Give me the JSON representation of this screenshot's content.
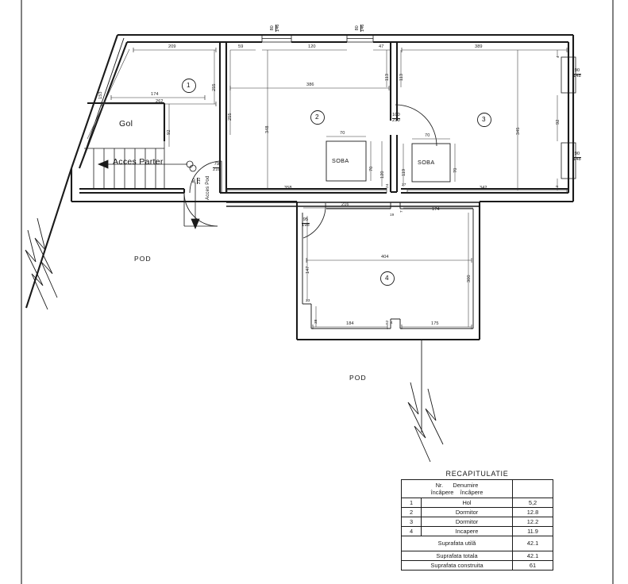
{
  "drawing": {
    "type": "architectural-floor-plan",
    "title_label": "RECAPITULATIE",
    "attic_label_left": "POD",
    "attic_label_bottom": "POD",
    "void_label": "Gol",
    "stair_label": "Acces Parter",
    "attic_access_label": "Acces Pod",
    "stove_label_room2": "SOBA",
    "stove_label_room3": "SOBA"
  },
  "rooms": [
    {
      "number": "1",
      "name": "Hol",
      "area": "5,2"
    },
    {
      "number": "2",
      "name": "Dormitor",
      "area": "12.8"
    },
    {
      "number": "3",
      "name": "Dormitor",
      "area": "12.2"
    },
    {
      "number": "4",
      "name": "Incapere",
      "area": "11.9"
    }
  ],
  "table": {
    "caption": "RECAPITULATIE",
    "header_col1_line1": "Nr.",
    "header_col1_line2": "încâpere",
    "header_col2_line1": "Denumire",
    "header_col2_line2": "încâpere",
    "header_col3": "",
    "rows": [
      {
        "nr": "1",
        "name": "Hol",
        "value": "5,2"
      },
      {
        "nr": "2",
        "name": "Dormitor",
        "value": "12.8"
      },
      {
        "nr": "3",
        "name": "Dormitor",
        "value": "12.2"
      },
      {
        "nr": "4",
        "name": "Incapere",
        "value": "11.9"
      }
    ],
    "summary": [
      {
        "label": "Suprafata utilă",
        "value": "42.1"
      },
      {
        "label": "Suprafata totala",
        "value": "42.1"
      },
      {
        "label": "Suprafata construita",
        "value": "61"
      }
    ]
  },
  "openings": {
    "window_top_left": {
      "width": "80",
      "height": "146"
    },
    "window_top_right": {
      "width": "80",
      "height": "146"
    },
    "window_right_upper": {
      "width": "90",
      "height": "148"
    },
    "window_right_lower": {
      "width": "90",
      "height": "148"
    },
    "door_hol": {
      "width": "79",
      "height": "210"
    },
    "door_attic": {
      "width": "80",
      "height": "210"
    },
    "door_room3": {
      "width": "100",
      "height": "210"
    },
    "door_room4": {
      "width": "95",
      "height": "198"
    }
  },
  "dimensions": {
    "room1_top": "209",
    "room1_diag": "153",
    "room1_mid": "174",
    "room1_mid2": "262",
    "room1_right_v": "255",
    "gol_v": "92",
    "hall_v": "255",
    "room2_top_a": "59",
    "room2_top_b": "120",
    "room2_top_c": "47",
    "room2_width": "386",
    "room2_v": "348",
    "room2_bottom": "358",
    "room2_pier_l": "113",
    "room2_pier_r": "113",
    "room2_stove_w": "70",
    "room2_stove_h": "70",
    "room2_stove_v": "120",
    "room3_top": "389",
    "room3_v": "345",
    "room3_bottom": "342",
    "room3_win_gap": "92",
    "room3_edge_top": "4",
    "room3_edge_bot": "42",
    "room3_stove_w": "70",
    "room3_stove_h": "70",
    "room3_stove_v": "119",
    "room3_jamb": "27",
    "room2_jamb": "24",
    "corr_top": "216",
    "corr_right": "174",
    "corr_notch": "19",
    "corr_notch2": "7",
    "room4_width": "404",
    "room4_height": "300",
    "room4_left_v": "147",
    "room4_step": "23",
    "room4_step2": "38",
    "room4_bottom_a": "184",
    "room4_bottom_b": "52",
    "room4_bottom_c": "175",
    "room4_bottom_d": "4"
  }
}
